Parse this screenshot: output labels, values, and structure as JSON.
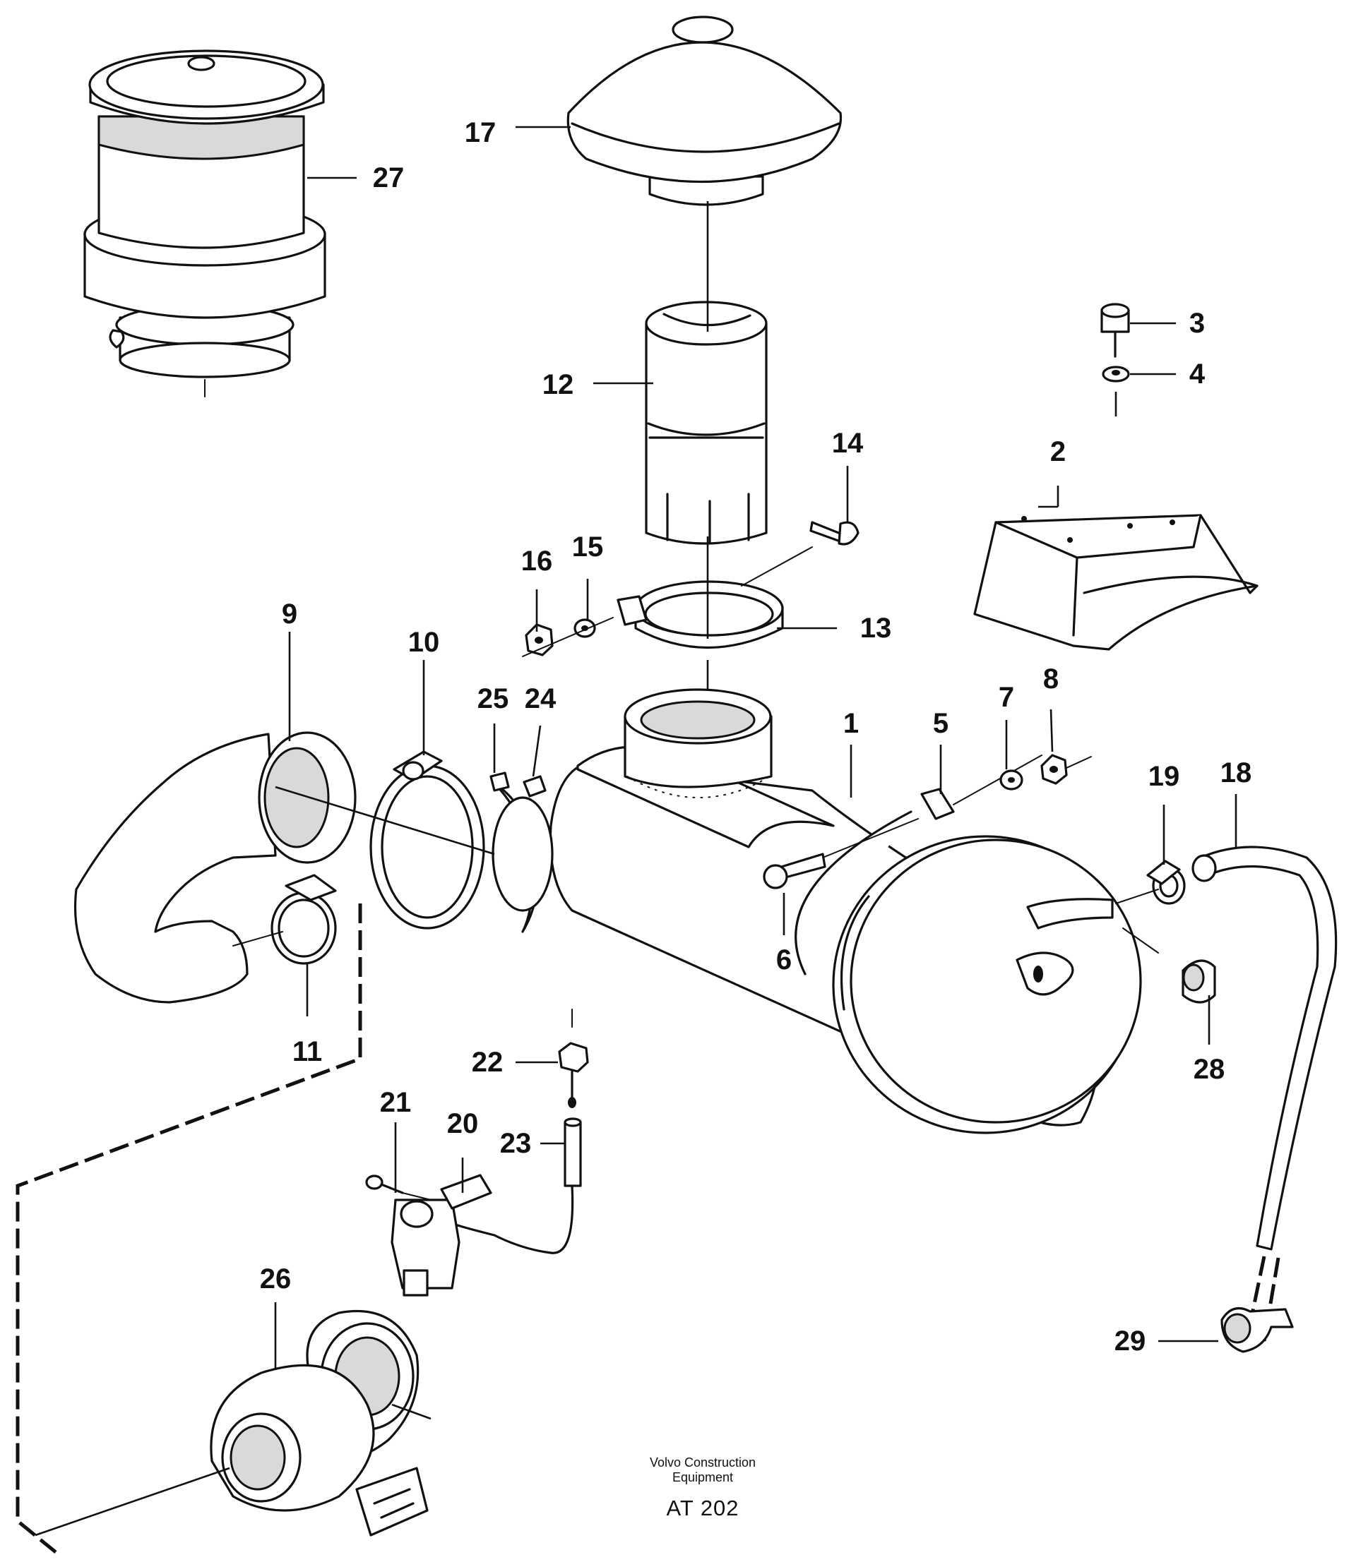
{
  "part_labels": [
    "1",
    "2",
    "3",
    "4",
    "5",
    "6",
    "7",
    "8",
    "9",
    "10",
    "11",
    "12",
    "13",
    "14",
    "15",
    "16",
    "17",
    "18",
    "19",
    "20",
    "21",
    "22",
    "23",
    "24",
    "25",
    "26",
    "27",
    "28",
    "29"
  ],
  "footer": {
    "company_line1": "Volvo Construction",
    "company_line2": "Equipment",
    "drawing_code": "AT 202"
  }
}
